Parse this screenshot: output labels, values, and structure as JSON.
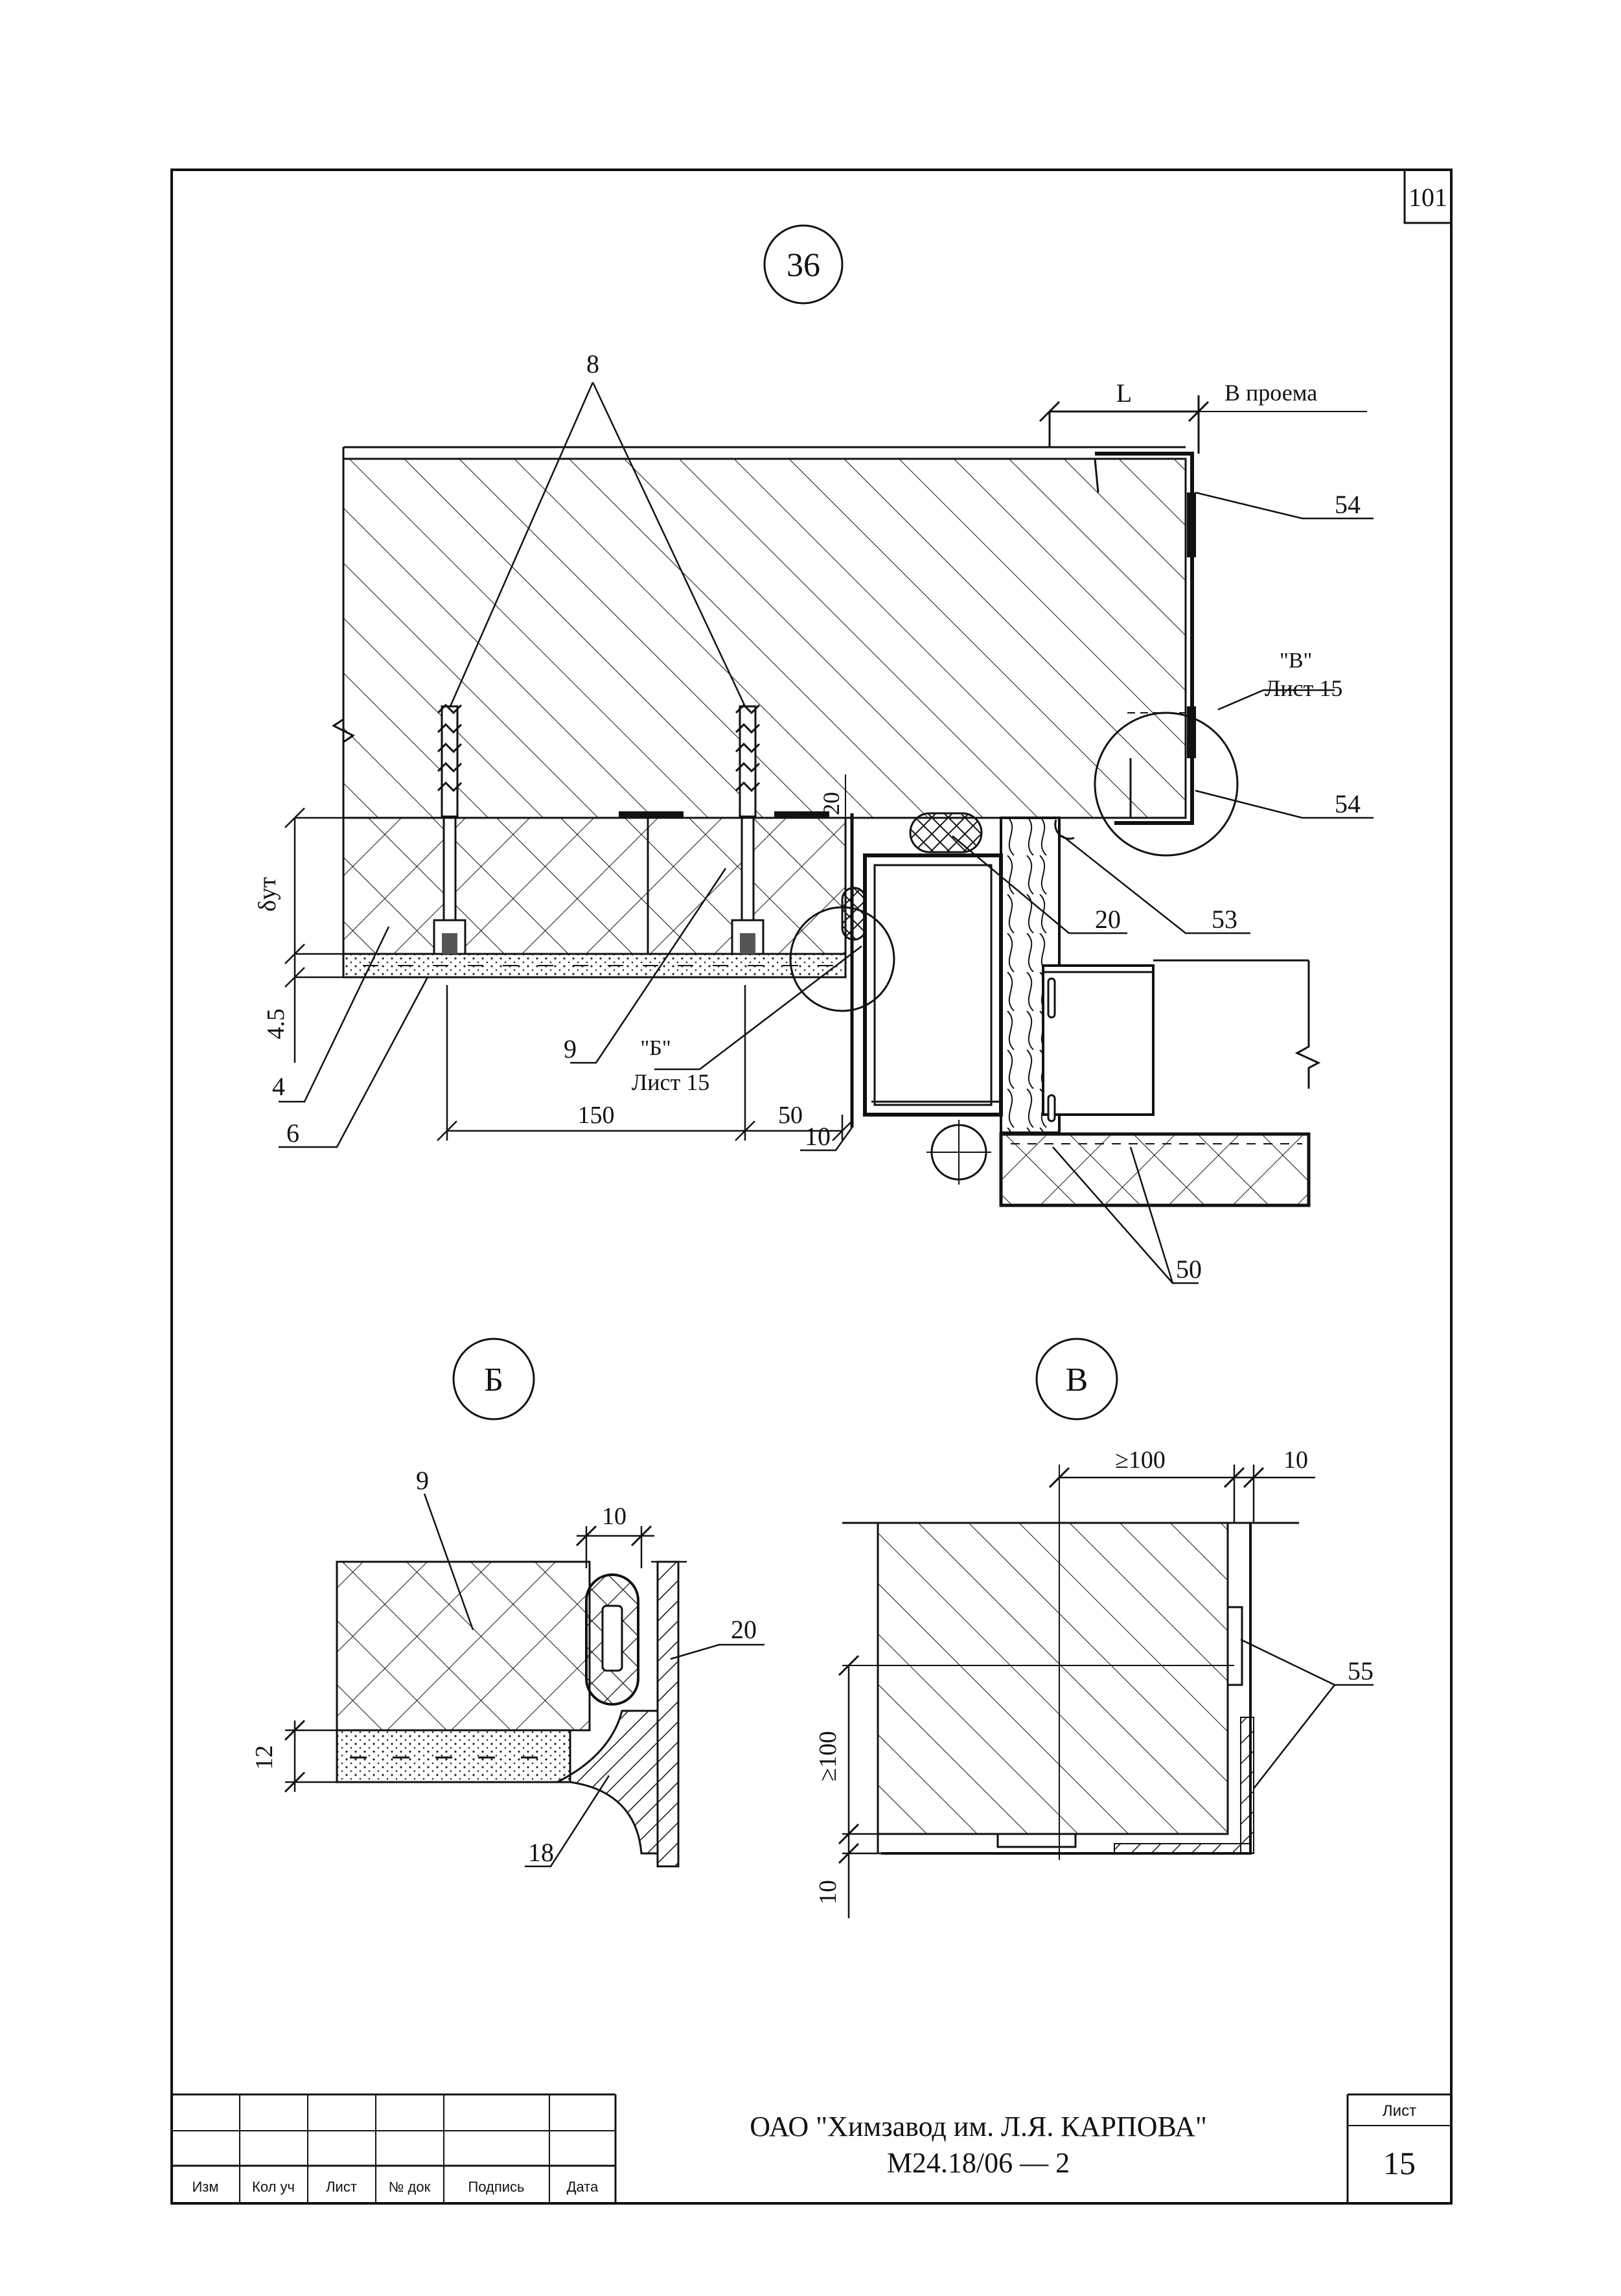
{
  "sheet_number_top": "101",
  "views": {
    "main": {
      "marker": "36"
    },
    "b": {
      "marker": "Б"
    },
    "v": {
      "marker": "В"
    }
  },
  "callouts": {
    "c8": "8",
    "c54a": "54",
    "c54b": "54",
    "c20": "20",
    "c53": "53",
    "c9": "9",
    "c4": "4",
    "c6": "6",
    "c10": "10",
    "c50": "50",
    "b_c9": "9",
    "b_c20": "20",
    "b_c18": "18",
    "v_c55": "55"
  },
  "references": {
    "ref_b_mark": "\"Б\"",
    "ref_b_sheet": "Лист 15",
    "ref_v_mark": "\"В\"",
    "ref_v_sheet": "Лист 15"
  },
  "dimensions": {
    "d_L": "L",
    "d_opening": "В проема",
    "d_20": "20",
    "d_delta": "δут",
    "d_4_5": "4.5",
    "d_150": "150",
    "d_50": "50",
    "b_d_10": "10",
    "b_d_12": "12",
    "v_d_ge100_h": "≥100",
    "v_d_10_h": "10",
    "v_d_ge100_v": "≥100",
    "v_d_10_v": "10"
  },
  "title_block": {
    "col_headers": [
      "Изм",
      "Кол уч",
      "Лист",
      "№ док",
      "Подпись",
      "Дата"
    ],
    "org": "ОАО \"Химзавод им. Л.Я. КАРПОВА\"",
    "doc_code": "М24.18/06 — 2",
    "sheet_label": "Лист",
    "sheet_number": "15"
  }
}
